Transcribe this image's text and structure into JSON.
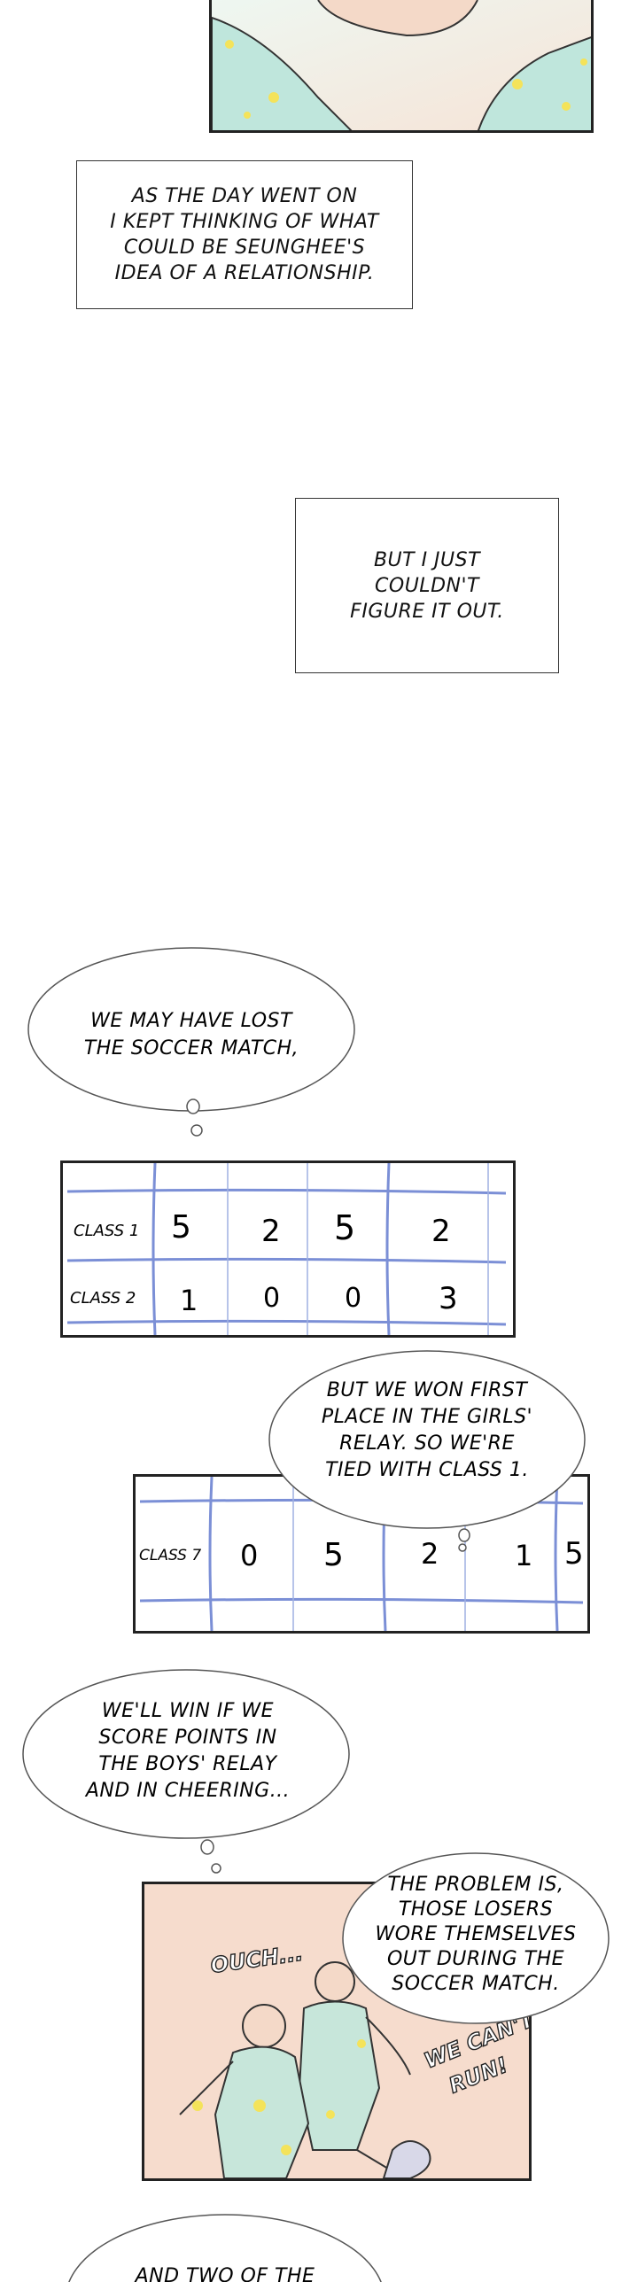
{
  "captions": {
    "caption1": "AS THE DAY WENT ON\nI KEPT THINKING OF WHAT\nCOULD BE SEUNGHEE'S\nIDEA OF A RELATIONSHIP.",
    "caption2": "BUT I JUST\nCOULDN'T\nFIGURE IT OUT."
  },
  "bubbles": {
    "bubble1": [
      "WE MAY HAVE LOST",
      "THE SOCCER MATCH,"
    ],
    "bubble2": [
      "BUT WE WON FIRST",
      "PLACE IN THE GIRLS'",
      "RELAY. SO WE'RE",
      "TIED WITH CLASS 1."
    ],
    "bubble3": [
      "WE'LL WIN IF WE",
      "SCORE POINTS IN",
      "THE BOYS' RELAY",
      "AND IN CHEERING..."
    ],
    "bubble4": [
      "THE PROBLEM IS,",
      "THOSE LOSERS",
      "WORE THEMSELVES",
      "OUT DURING THE",
      "SOCCER MATCH."
    ],
    "bubble5": [
      "AND TWO OF THE"
    ]
  },
  "scoreboard1": {
    "rows": [
      {
        "label": "CLASS 1",
        "scores": [
          "5",
          "2",
          "5",
          "2"
        ]
      },
      {
        "label": "CLASS 2",
        "scores": [
          "1",
          "0",
          "0",
          "3"
        ]
      }
    ]
  },
  "scoreboard2": {
    "rows": [
      {
        "label": "CLASS 7",
        "scores": [
          "0",
          "5",
          "2",
          "1",
          "5"
        ]
      }
    ]
  },
  "sfx": {
    "ouch": "OUCH...",
    "cant_run_1": "WE CAN'T",
    "cant_run_2": "RUN!"
  },
  "colors": {
    "panel_top_bg": "#d8efe2",
    "panel_bottom_bg": "#f6dccd",
    "grid_blue": "#7b8fd6",
    "outline": "#222222"
  }
}
